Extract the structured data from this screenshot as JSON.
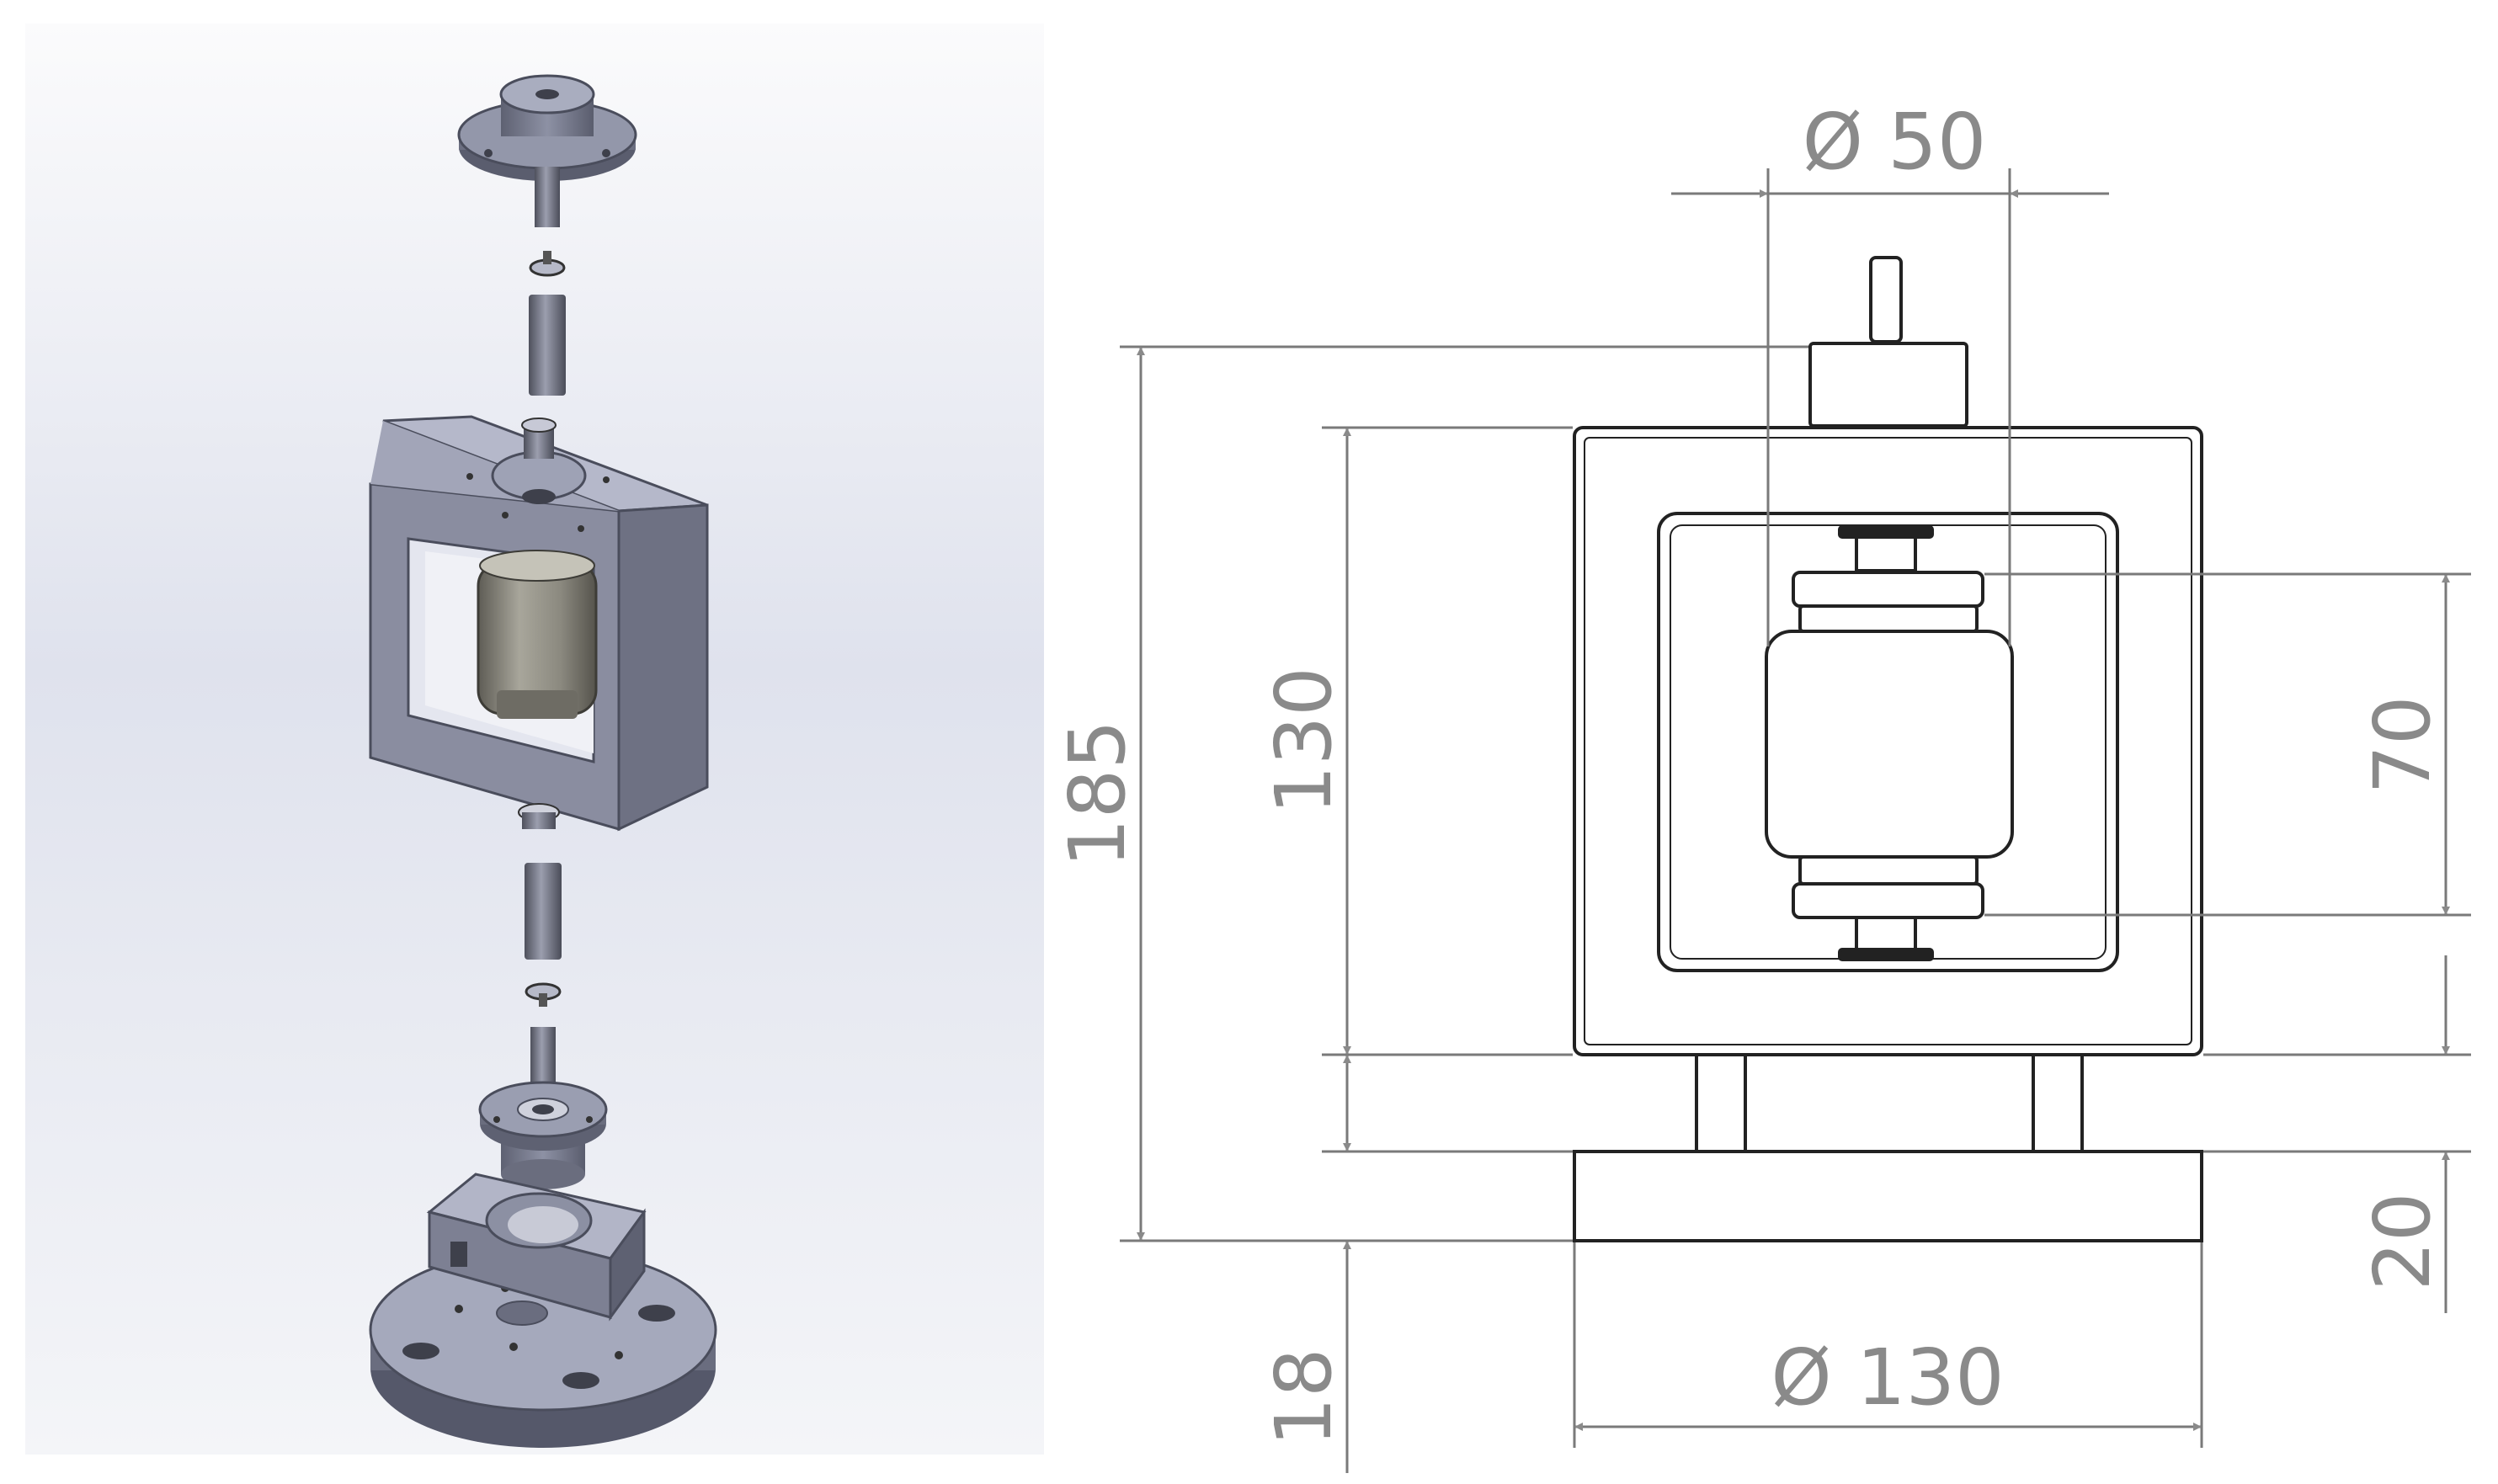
{
  "dimensions": {
    "top_diameter": "Ø 50",
    "total_height": "185",
    "frame_height": "130",
    "cylinder_height": "70",
    "base_thickness": "20",
    "bottom_gap": "18",
    "base_diameter": "Ø 130"
  },
  "colors": {
    "background_gradient_top": "#ffffff",
    "background_gradient_bottom": "#dde0ec",
    "part_body": "#7e8195",
    "part_light": "#a3a7ba",
    "part_dark": "#5a5d6e",
    "cylinder": "#8d8b80",
    "drawing_line": "#222222",
    "dimension_line": "#7a7a7a"
  }
}
